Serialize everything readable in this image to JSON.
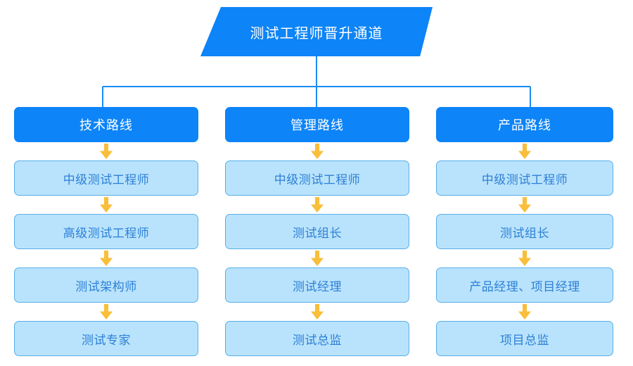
{
  "diagram": {
    "title": "测试工程师晋升通道",
    "colors": {
      "primary_blue": "#0D84F7",
      "node_fill": "#B9E3FC",
      "node_border": "#57AFE9",
      "node_text": "#2D7FD6",
      "arrow": "#F9BE3A",
      "connector": "#1A8CF5",
      "background": "#FFFFFF"
    },
    "columns": [
      {
        "header": "技术路线",
        "steps": [
          "中级测试工程师",
          "高级测试工程师",
          "测试架构师",
          "测试专家"
        ]
      },
      {
        "header": "管理路线",
        "steps": [
          "中级测试工程师",
          "测试组长",
          "测试经理",
          "测试总监"
        ]
      },
      {
        "header": "产品路线",
        "steps": [
          "中级测试工程师",
          "测试组长",
          "产品经理、项目经理",
          "项目总监"
        ]
      }
    ]
  }
}
